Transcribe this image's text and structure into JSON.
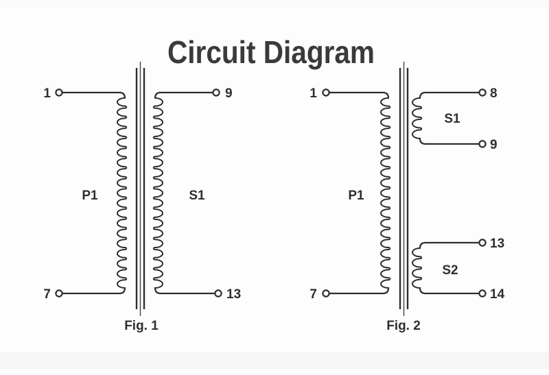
{
  "title": "Circuit Diagram",
  "figure1": {
    "caption": "Fig. 1",
    "primary_winding_label": "P1",
    "secondary_winding_label": "S1",
    "terminals": {
      "primary_top": "1",
      "primary_bottom": "7",
      "secondary_top": "9",
      "secondary_bottom": "13"
    }
  },
  "figure2": {
    "caption": "Fig. 2",
    "primary_winding_label": "P1",
    "secondary1_winding_label": "S1",
    "secondary2_winding_label": "S2",
    "terminals": {
      "primary_top": "1",
      "primary_bottom": "7",
      "secondary1_top": "8",
      "secondary1_bottom": "9",
      "secondary2_top": "13",
      "secondary2_bottom": "14"
    }
  },
  "colors": {
    "line": "#2d2d2d",
    "text": "#2e2e2e",
    "title": "#3a3a3a",
    "background": "#fdfdfd"
  }
}
